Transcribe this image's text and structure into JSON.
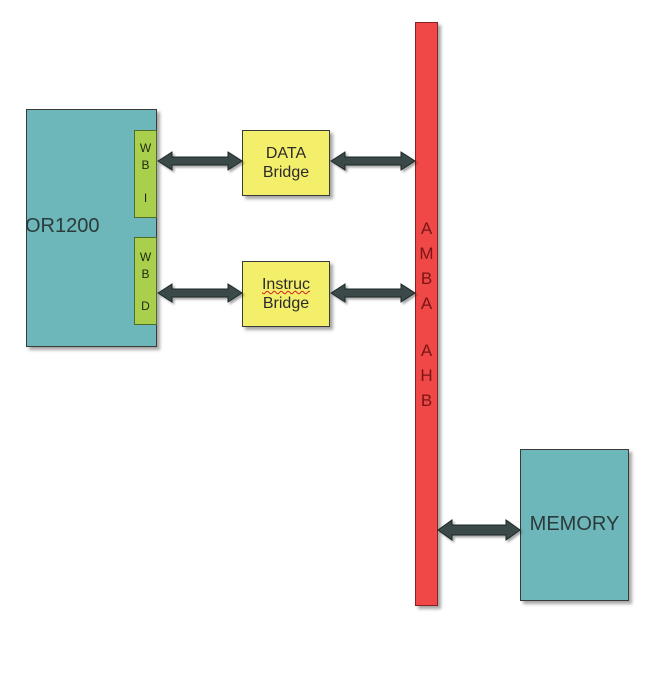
{
  "colors": {
    "processor_fill": "#6db6b9",
    "wishbone_fill": "#a9cf4d",
    "bridge_fill": "#f4ef6a",
    "bus_fill": "#f04747",
    "memory_fill": "#6db6b9",
    "arrow_fill": "#3a4a4a"
  },
  "processor": {
    "label": "OR1200",
    "wb_i": [
      "W",
      "B",
      "I"
    ],
    "wb_d": [
      "W",
      "B",
      "D"
    ]
  },
  "data_bridge": {
    "line1": "DATA",
    "line2": "Bridge"
  },
  "instr_bridge": {
    "line1": "Instruc",
    "line2": "Bridge"
  },
  "bus": {
    "chars": [
      "A",
      "M",
      "B",
      "A",
      "A",
      "H",
      "B"
    ]
  },
  "memory": {
    "label": "MEMORY"
  }
}
